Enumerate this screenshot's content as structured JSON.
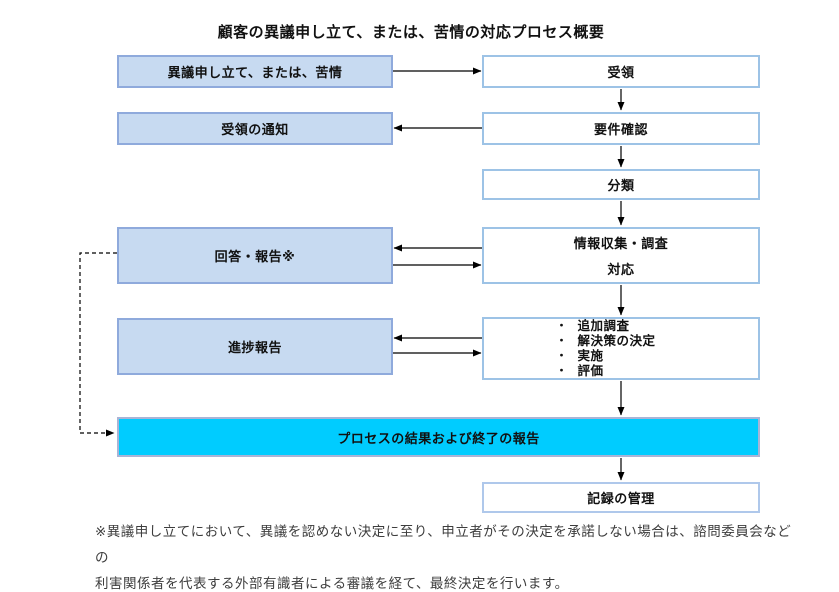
{
  "title": "顧客の異議申し立て、または、苦情の対応プロセス概要",
  "left_column": {
    "complaint": "異議申し立て、または、苦情",
    "receipt_notice": "受領の通知",
    "response_report": "回答・報告※",
    "progress_report": "進捗報告"
  },
  "right_column": {
    "receipt": "受領",
    "requirements_check": "要件確認",
    "classification": "分類",
    "info_gathering_line1": "情報収集・調査",
    "info_gathering_line2": "対応",
    "bullet_char": "・",
    "actions": [
      "追加調査",
      "解決策の決定",
      "実施",
      "評価"
    ]
  },
  "process_result": "プロセスの結果および終了の報告",
  "records_management": "記録の管理",
  "footnote": {
    "line1": "※異議申し立てにおいて、異議を認めない決定に至り、申立者がその決定を承諾しない場合は、諮問委員会などの",
    "line2": "利害関係者を代表する外部有識者による審議を経て、最終決定を行います。"
  },
  "colors": {
    "box_fill_blue": "#C7DAF1",
    "box_border_blue": "#8FAADC",
    "box_border_light_blue": "#9DC3E6",
    "highlight_fill_cyan": "#00CCFF",
    "highlight_border": "#A9B4D6",
    "records_border": "#AFC8EB",
    "arrow": "#000000",
    "footnote_text": "#3d3d3d"
  }
}
